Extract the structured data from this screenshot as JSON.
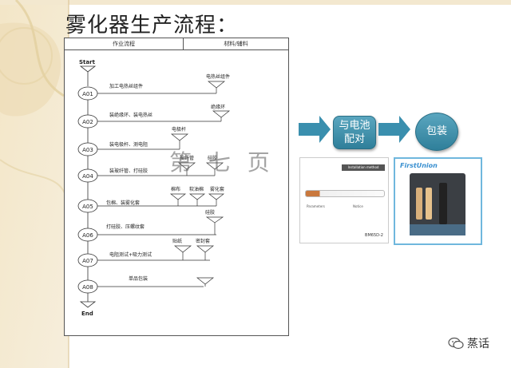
{
  "slide": {
    "title": "雾化器生产流程："
  },
  "table": {
    "col_process": "作业流程",
    "col_material": "材料/辅料"
  },
  "flow": {
    "start": "Start",
    "end": "End",
    "steps": [
      {
        "code": "A01",
        "desc": "加工电热丝组件"
      },
      {
        "code": "A02",
        "desc": "装绝缘环、装电热丝"
      },
      {
        "code": "A03",
        "desc": "装电极杆、测电阻"
      },
      {
        "code": "A04",
        "desc": "装玻纤管、打硅胶"
      },
      {
        "code": "A05",
        "desc": "包棉、装雾化套"
      },
      {
        "code": "A06",
        "desc": "打硅胶、压螺纹套"
      },
      {
        "code": "A07",
        "desc": "电阻测试+吸力测试"
      },
      {
        "code": "A08",
        "desc": "单品包装"
      }
    ],
    "materials": {
      "m1": "电热丝组件",
      "m2": "绝缘环",
      "m3": "电极杆",
      "m4": "玻纤管",
      "m5": "硅胶",
      "m6a": "棉布",
      "m6b": "软油棉",
      "m6c": "雾化套",
      "m7": "硅胶",
      "m8a": "贴纸",
      "m8b": "密封套"
    }
  },
  "watermark": "第 七 页",
  "process_boxes": {
    "pairing": "与电池\n配对",
    "packaging": "包装"
  },
  "images": {
    "product_header": "Installation method",
    "product_caption_left": "Parameters",
    "product_caption_right": "Notice",
    "product_model": "BM65D-2",
    "package_brand": "FirstUnion"
  },
  "footer": {
    "account": "蒸话"
  },
  "colors": {
    "accent_teal": "#3a8fae",
    "line": "#555555",
    "slide_bg_warm": "#efe3c6"
  }
}
